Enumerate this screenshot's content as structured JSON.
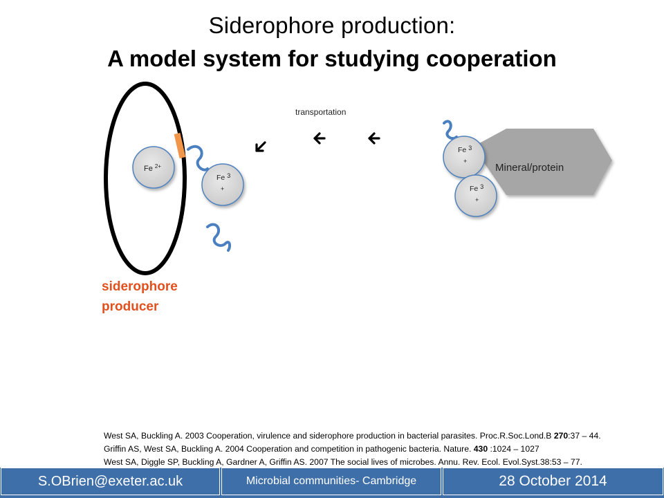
{
  "slide": {
    "title_line1": "Siderophore production:",
    "title_line2": "A model system for studying cooperation"
  },
  "diagram": {
    "cell_ion": {
      "base": "Fe",
      "charge": "2+"
    },
    "free_ion": {
      "base": "Fe",
      "charge_top": "3",
      "charge_bottom": "+"
    },
    "mineral_ion_1": {
      "base": "Fe",
      "charge_top": "3",
      "charge_bottom": "+"
    },
    "mineral_ion_2": {
      "base": "Fe",
      "charge_top": "3",
      "charge_bottom": "+"
    },
    "mineral_label": "Mineral/protein",
    "transport_label": "transportation",
    "producer_label_line1": "siderophore",
    "producer_label_line2": "producer",
    "colors": {
      "cell_outline": "#000000",
      "receptor": "#f0954a",
      "siderophore": "#4a7fc0",
      "ion_fill": "#d6d6d6",
      "ion_stroke": "#4f81bd",
      "mineral_fill": "#a6a6a6",
      "producer_label": "#e2501e"
    }
  },
  "references": [
    {
      "pre": "West SA, Buckling A. 2003 Cooperation, virulence and siderophore production in bacterial parasites. Proc.R.Soc.Lond.B ",
      "bold": "270",
      "post": ":37 – 44."
    },
    {
      "pre": "Griffin AS, West SA, Buckling A. 2004 Cooperation and competition in pathogenic bacteria. Nature. ",
      "bold": "430",
      "post": " :1024 – 1027"
    },
    {
      "pre": "West SA, Diggle SP, Buckling A, Gardner A, Griffin AS. 2007 The social lives of microbes. Annu. Rev. Ecol. Evol.Syst.38:53 – 77.",
      "bold": "",
      "post": ""
    }
  ],
  "footer": {
    "email": "S.OBrien@exeter.ac.uk",
    "event": "Microbial communities- Cambridge",
    "date": "28 October 2014",
    "background": "#3f6fa8"
  }
}
